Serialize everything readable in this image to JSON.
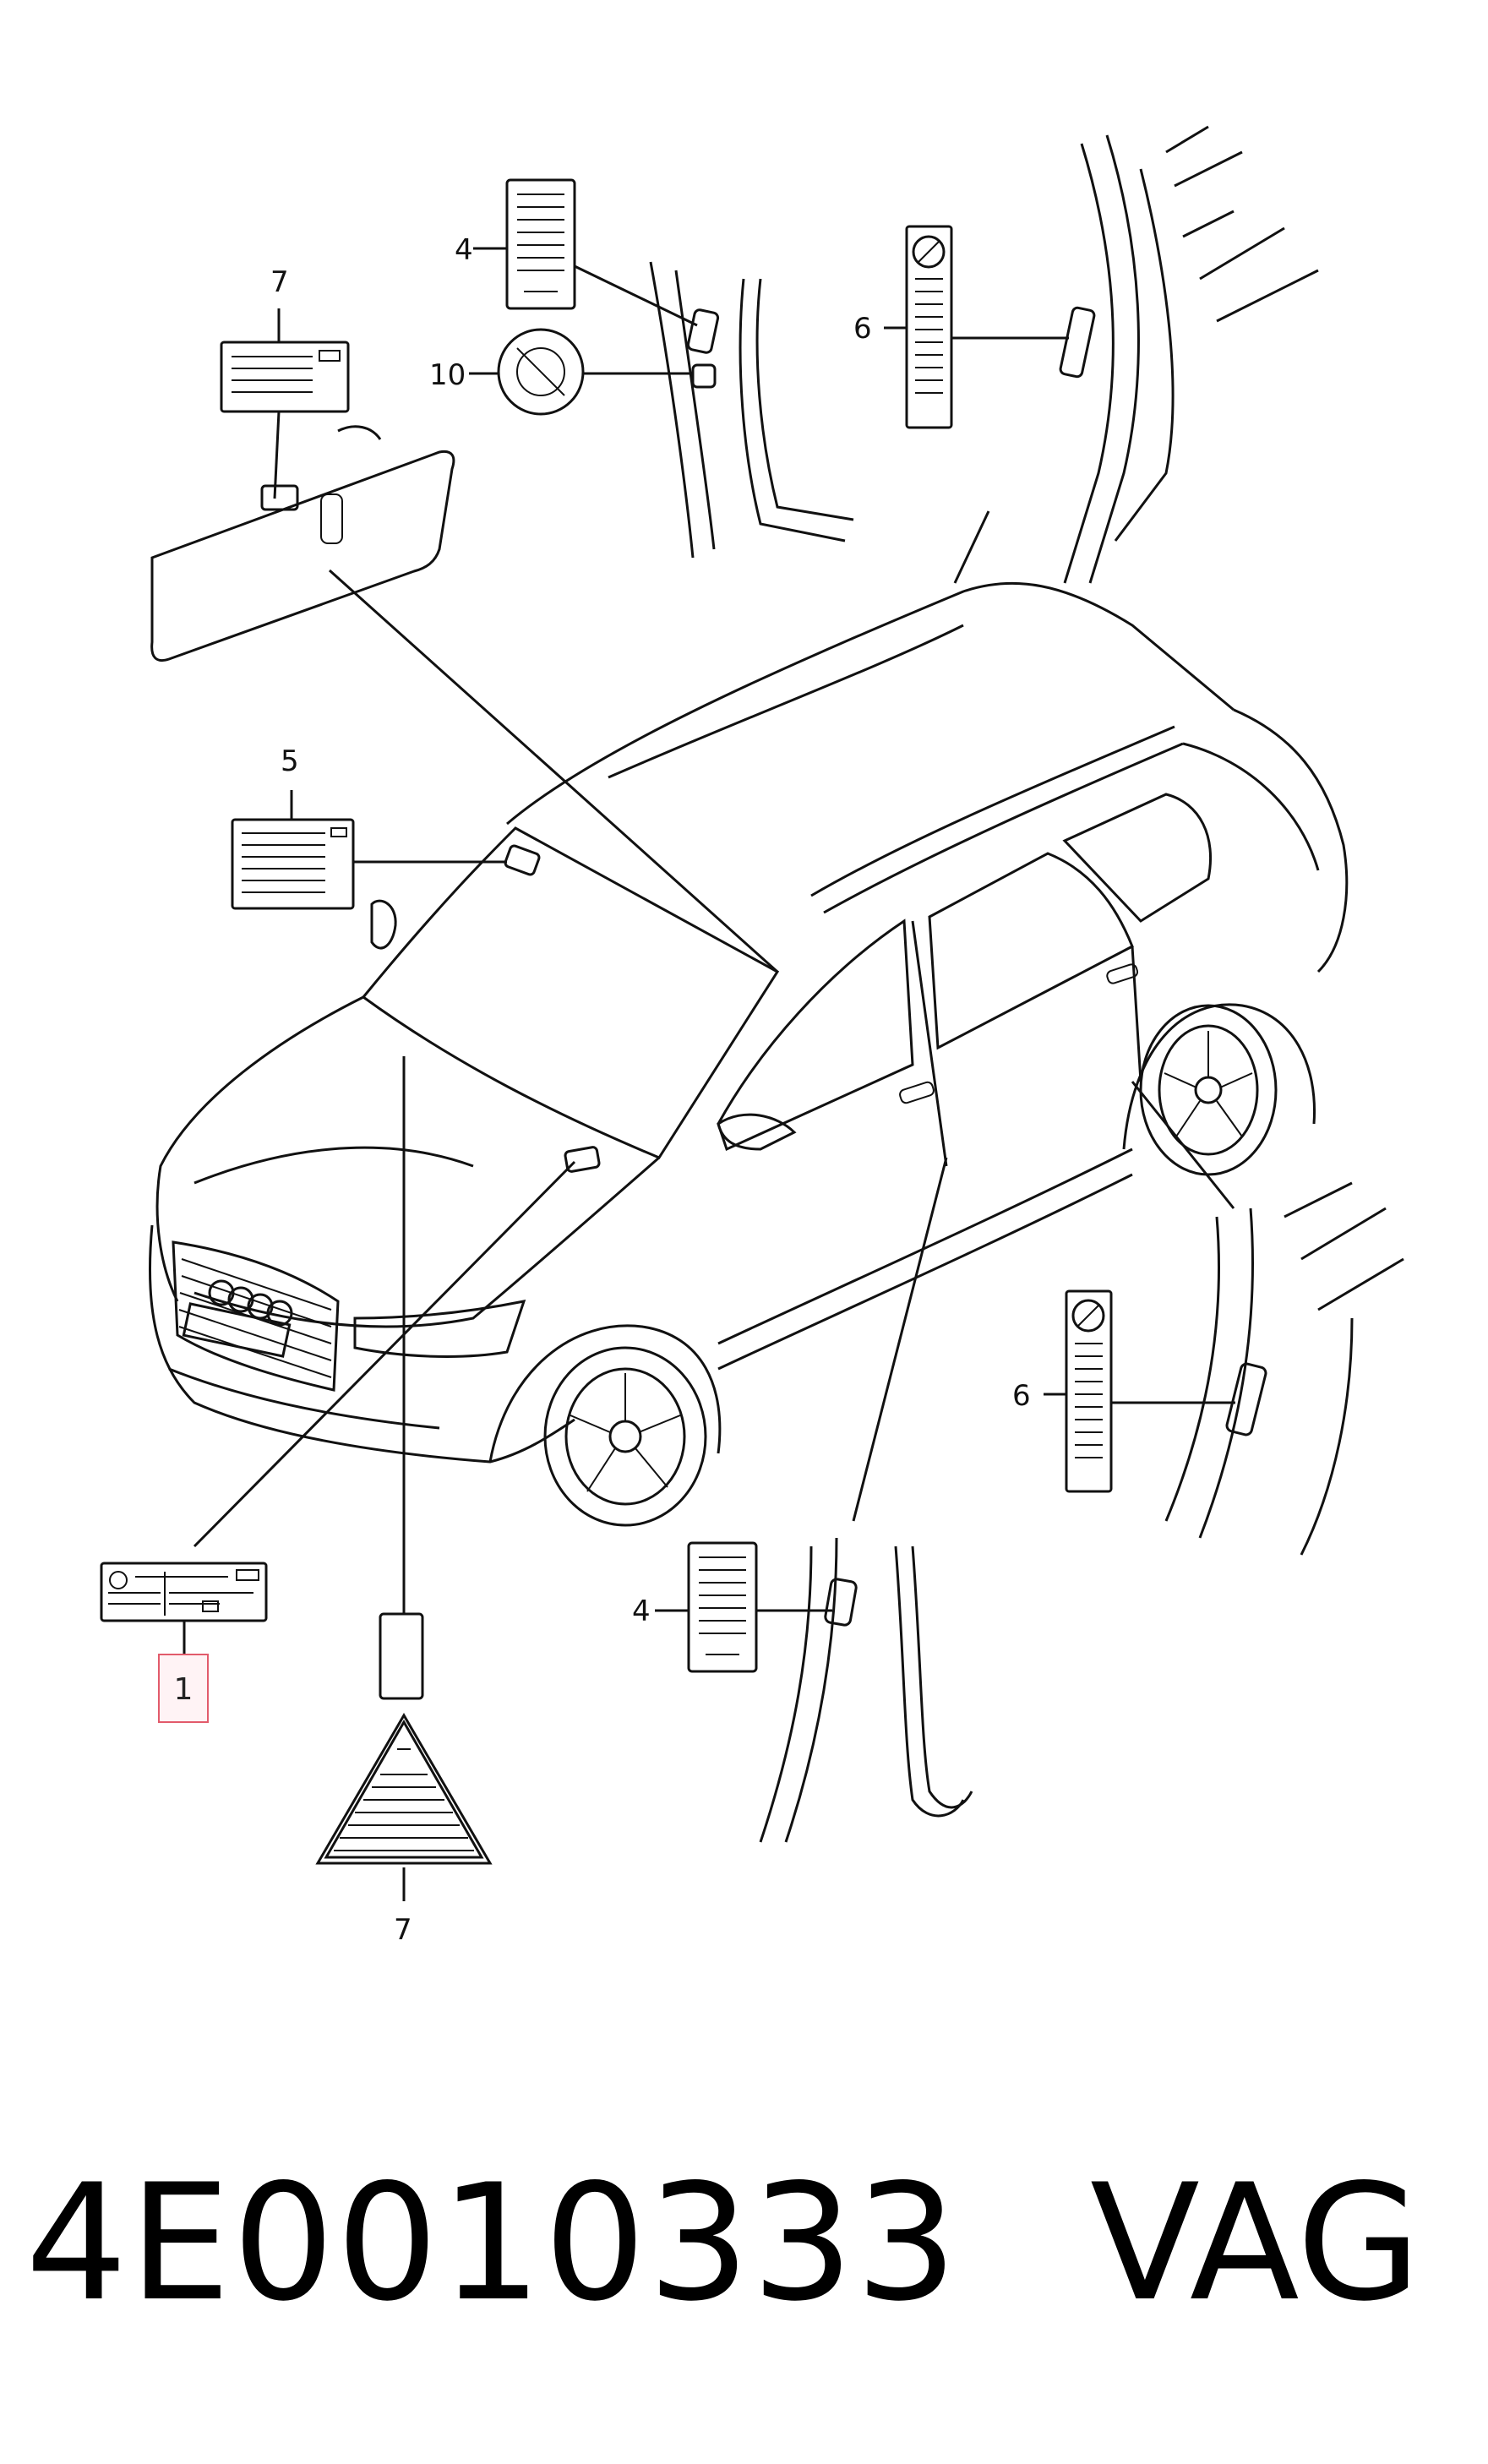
{
  "diagram": {
    "callouts": {
      "c4_top": "4",
      "c7_top": "7",
      "c10": "10",
      "c6_top": "6",
      "c5": "5",
      "c6_bottom": "6",
      "c4_bottom": "4",
      "c7_bottom": "7"
    },
    "highlighted_callout": "1",
    "highlight_color": "#e25b6b"
  },
  "footer": {
    "part_number": "4E0010333",
    "brand": "VAG"
  }
}
